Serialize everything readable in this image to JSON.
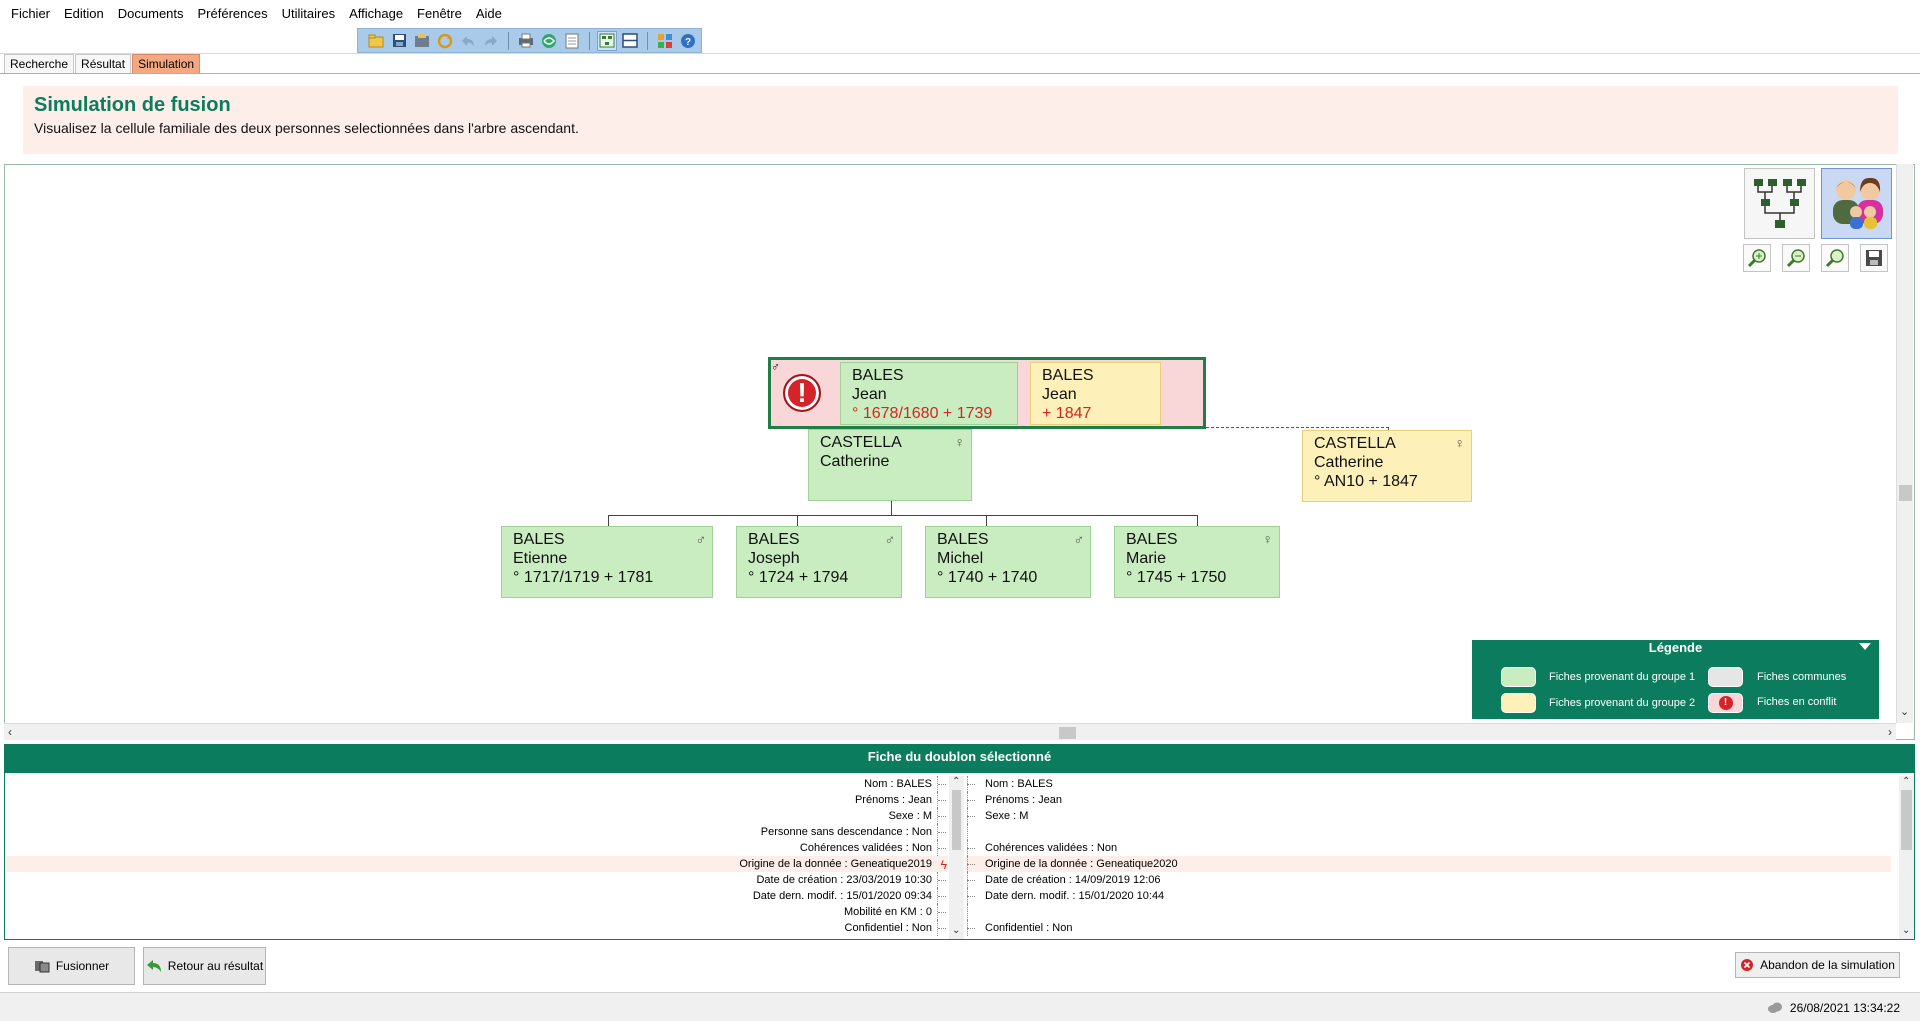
{
  "menu": [
    "Fichier",
    "Edition",
    "Documents",
    "Préférences",
    "Utilitaires",
    "Affichage",
    "Fenêtre",
    "Aide"
  ],
  "toolbar": {
    "icons": [
      "open-folder-icon",
      "save-icon",
      "archive-icon",
      "refresh-icon",
      "undo-icon",
      "redo-icon",
      "print-icon",
      "web-icon",
      "page-icon",
      "tree-view-icon",
      "split-view-icon",
      "puzzle-icon",
      "help-icon"
    ]
  },
  "tabs": [
    "Recherche",
    "Résultat",
    "Simulation"
  ],
  "header": {
    "title": "Simulation de fusion",
    "subtitle": "Visualisez la cellule familiale des deux personnes selectionnées dans l'arbre ascendant."
  },
  "tree": {
    "conflict": {
      "left": {
        "surname": "BALES",
        "given": "Jean",
        "dates": "°  1678/1680  + 1739"
      },
      "right": {
        "surname": "BALES",
        "given": "Jean",
        "dates": " + 1847"
      },
      "sex": "♂"
    },
    "spouse1": {
      "surname": "CASTELLA",
      "given": "Catherine",
      "dates": "",
      "sex": "♀"
    },
    "spouse2": {
      "surname": "CASTELLA",
      "given": "Catherine",
      "dates": "° AN10  + 1847",
      "sex": "♀"
    },
    "children": [
      {
        "surname": "BALES",
        "given": "Etienne",
        "dates": "°  1717/1719  + 1781",
        "sex": "♂"
      },
      {
        "surname": "BALES",
        "given": "Joseph",
        "dates": "° 1724  + 1794",
        "sex": "♂"
      },
      {
        "surname": "BALES",
        "given": "Michel",
        "dates": "° 1740  + 1740",
        "sex": "♂"
      },
      {
        "surname": "BALES",
        "given": "Marie",
        "dates": "° 1745  + 1750",
        "sex": "♀"
      }
    ]
  },
  "legend": {
    "title": "Légende",
    "items": [
      {
        "label": "Fiches provenant du groupe 1",
        "color": "#c9edc1"
      },
      {
        "label": "Fiches provenant du groupe 2",
        "color": "#fdf0b9"
      },
      {
        "label": "Fiches communes",
        "color": "#e6e6e6"
      },
      {
        "label": "Fiches en conflit",
        "color": "#f9d7d9"
      }
    ]
  },
  "fiche": {
    "title": "Fiche du doublon sélectionné",
    "left": [
      "Nom : BALES",
      "Prénoms : Jean",
      "Sexe : M",
      "Personne sans descendance : Non",
      "Cohérences validées : Non",
      "Origine de la donnée : Geneatique2019",
      "Date de création : 23/03/2019 10:30",
      "Date dern. modif. : 15/01/2020 09:34",
      "Mobilité en KM : 0",
      "Confidentiel : Non"
    ],
    "right": [
      "Nom : BALES",
      "Prénoms : Jean",
      "Sexe : M",
      "",
      "Cohérences validées : Non",
      "Origine de la donnée : Geneatique2020",
      "Date de création : 14/09/2019 12:06",
      "Date dern. modif. : 15/01/2020 10:44",
      "",
      "Confidentiel : Non"
    ]
  },
  "buttons": {
    "merge": "Fusionner",
    "back": "Retour au résultat",
    "abort": "Abandon de la simulation"
  },
  "status": {
    "datetime": "26/08/2021 13:34:22"
  },
  "colors": {
    "accent": "#0b7d5e",
    "conflict_text": "#d8231f",
    "active_tab": "#f4a882"
  }
}
